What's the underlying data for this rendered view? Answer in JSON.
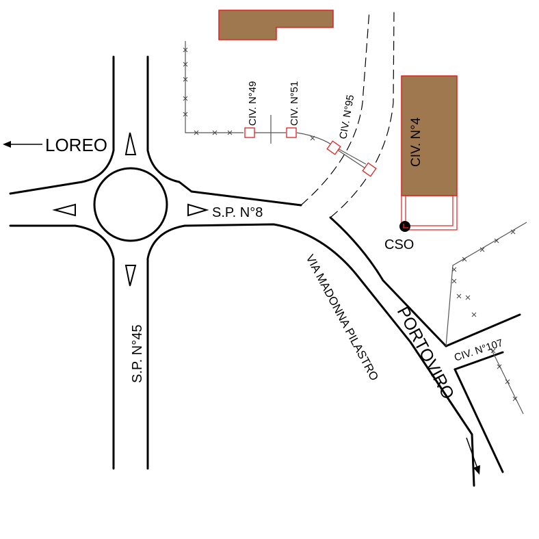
{
  "colors": {
    "building_fill": "#a07850",
    "building_outline": "#e02020",
    "cso_dot": "#000000",
    "marker_outline": "#e02020"
  },
  "labels": {
    "loreo": "LOREO",
    "sp8": "S.P. N°8",
    "sp45": "S.P. N°45",
    "via_madonna": "VIA MADONNA PILASTRO",
    "portoviro": "PORTOVIRO",
    "cso": "CSO",
    "civ49": "CIV. N°49",
    "civ51": "CIV. N°51",
    "civ95": "CIV. N°95",
    "civ4": "CIV. N°4",
    "civ107": "CIV. N°107"
  },
  "icons": {
    "loreo_arrow": "arrow-left-icon",
    "portoviro_arrow": "arrow-down-icon",
    "cso_marker": "circle-marker-icon",
    "fence_mark": "x-mark-icon"
  }
}
